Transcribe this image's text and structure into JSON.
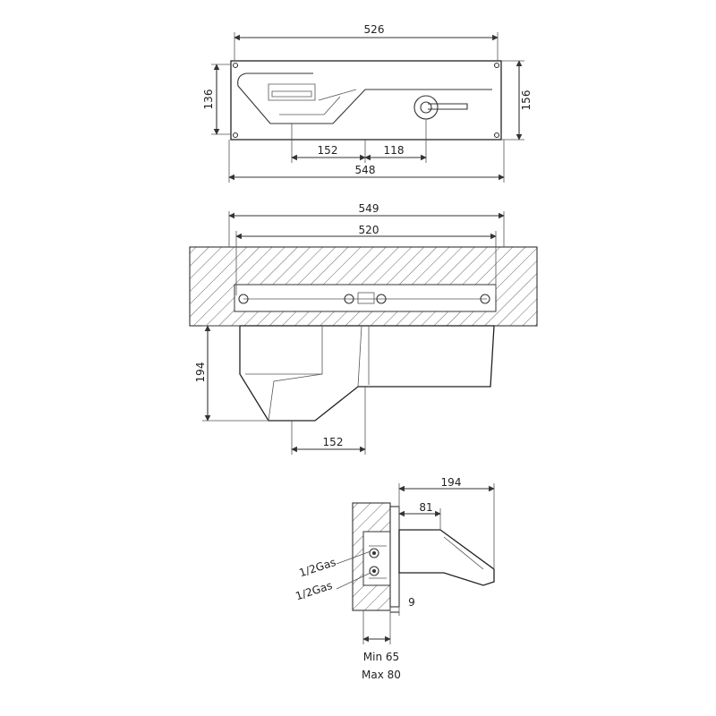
{
  "top_view": {
    "width_top": "526",
    "height_left": "136",
    "height_right": "156",
    "spacing_a": "152",
    "spacing_b": "118",
    "width_bottom": "548"
  },
  "front_view": {
    "width_outer": "549",
    "width_inner": "520",
    "depth": "194",
    "spout_offset": "152"
  },
  "side_view": {
    "projection": "194",
    "offset": "81",
    "wall_gap": "9",
    "min_label": "Min 65",
    "max_label": "Max 80",
    "connection_1": "1/2Gas",
    "connection_2": "1/2Gas"
  }
}
